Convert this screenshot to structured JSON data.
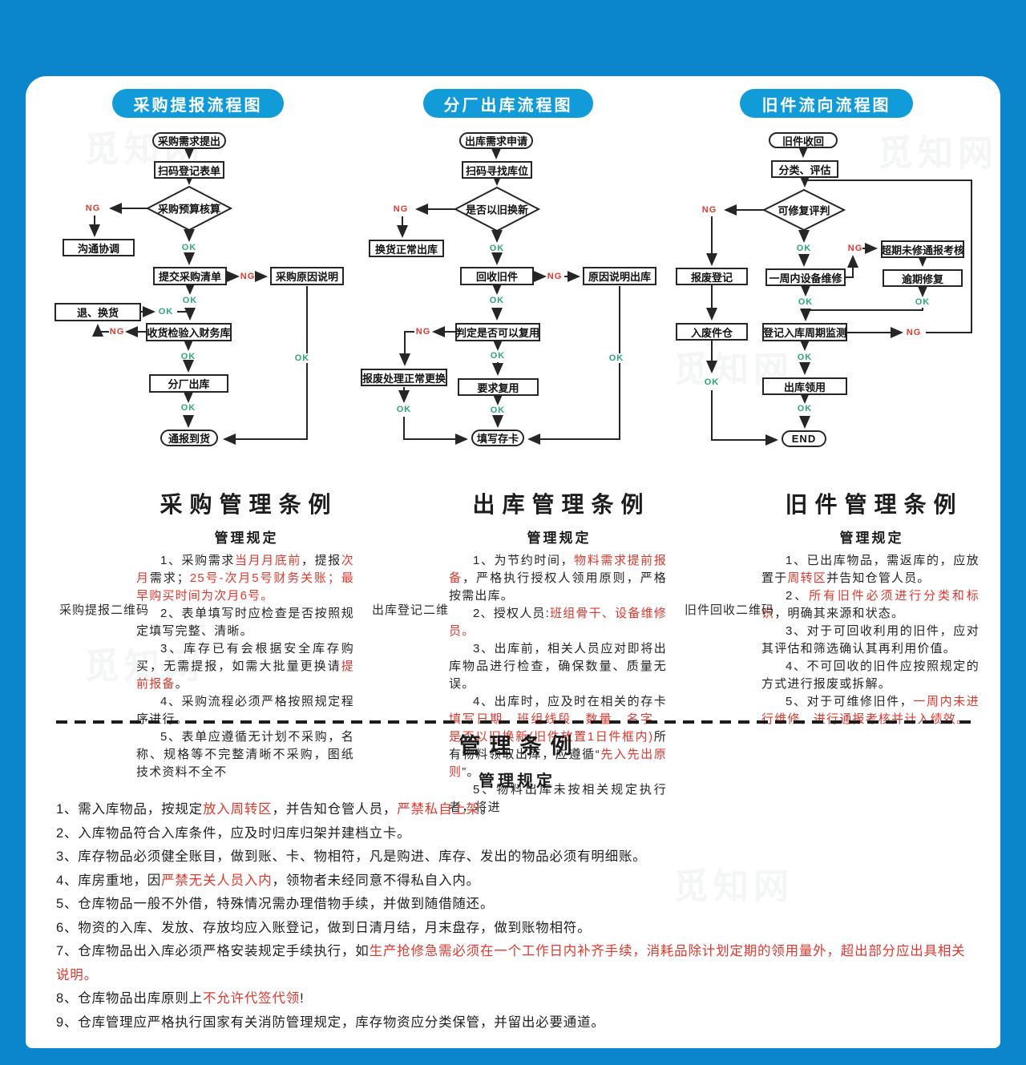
{
  "poster": {
    "frame_color": "#0b86cd",
    "badge_color": "#129bd9",
    "ng_color": "#e0392f",
    "ok_color": "#2fa878",
    "red_text_color": "#e0382e",
    "watermark": "觅知网"
  },
  "labels": {
    "ng": "NG",
    "ok": "OK"
  },
  "flowcharts": [
    {
      "title": "采购提报流程图",
      "nodes": {
        "start": "采购需求提出",
        "scan": "扫码登记表单",
        "decision": "采购预算核算",
        "communicate": "沟通协调",
        "submit": "提交采购清单",
        "reason": "采购原因说明",
        "returns": "退、换货",
        "inspect": "收货检验入财务库",
        "outbound": "分厂出库",
        "end": "通报到货"
      }
    },
    {
      "title": "分厂出库流程图",
      "nodes": {
        "start": "出库需求申请",
        "scan": "扫码寻找库位",
        "decision": "是否以旧换新",
        "normal": "换货正常出库",
        "recycle": "回收旧件",
        "reason": "原因说明出库",
        "judge": "判定是否可以复用",
        "scrap": "报废处理正常更换",
        "reuse": "要求复用",
        "end": "填写存卡"
      }
    },
    {
      "title": "旧件流向流程图",
      "nodes": {
        "start": "旧件收回",
        "classify": "分类、评估",
        "decision": "可修复评判",
        "scrap_register": "报废登记",
        "scrap_store": "入废件仓",
        "repair": "一周内设备维修",
        "overdue_report": "超期未修通报考核",
        "overdue_fix": "逾期修复",
        "register": "登记入库周期监测",
        "outbound": "出库领用",
        "end": "END"
      }
    }
  ],
  "sections": [
    {
      "title": "采购管理条例",
      "subtitle": "管理规定",
      "qr_label": "采购提报二维码",
      "items": [
        [
          {
            "t": "1、采购需求"
          },
          {
            "t": "当月月底前",
            "r": 1
          },
          {
            "t": "，提报"
          },
          {
            "t": "次月",
            "r": 1
          },
          {
            "t": "需求；"
          },
          {
            "t": "25号-次月5号财务关账；最早购买时间为次月6号。",
            "r": 1
          }
        ],
        [
          {
            "t": "2、表单填写时应检查是否按照规定填写完整、清晰。"
          }
        ],
        [
          {
            "t": "3、库存已有会根据安全库存购买，无需提报，如需大批量更换请"
          },
          {
            "t": "提前报备",
            "r": 1
          },
          {
            "t": "。"
          }
        ],
        [
          {
            "t": "4、采购流程必须严格按照规定程序进行。"
          }
        ],
        [
          {
            "t": "5、表单应遵循无计划不采购，名称、规格等不完整清晰不采购，图纸技术资料不全不"
          }
        ]
      ]
    },
    {
      "title": "出库管理条例",
      "subtitle": "管理规定",
      "qr_label": "出库登记二维",
      "items": [
        [
          {
            "t": "1、为节约时间，"
          },
          {
            "t": "物料需求提前报备",
            "r": 1
          },
          {
            "t": "，严格执行授权人领用原则，严格按需出库。"
          }
        ],
        [
          {
            "t": "2、授权人员:"
          },
          {
            "t": "班组骨干、设备维修员。",
            "r": 1
          }
        ],
        [
          {
            "t": "3、出库前，相关人员应对即将出库物品进行检查，确保数量、质量无误。"
          }
        ],
        [
          {
            "t": "4、出库时，应及时在相关的存卡"
          },
          {
            "t": "填写日期、班组线段、数量、名字、是否以旧换新(旧件放置1日件框内)",
            "r": 1
          },
          {
            "t": "所有物料领取出库，应遵循“"
          },
          {
            "t": "先入先出原则",
            "r": 1
          },
          {
            "t": "”。"
          }
        ],
        [
          {
            "t": "5、物料出库未按相关规定执行者，将进"
          }
        ]
      ]
    },
    {
      "title": "旧件管理条例",
      "subtitle": "管理规定",
      "qr_label": "旧件回收二维码",
      "items": [
        [
          {
            "t": "1、已出库物品，需返库的，应放置于"
          },
          {
            "t": "周转区",
            "r": 1
          },
          {
            "t": "并告知仓管人员。"
          }
        ],
        [
          {
            "t": "2、"
          },
          {
            "t": "所有旧件必须进行分类和标识",
            "r": 1
          },
          {
            "t": "，明确其来源和状态。"
          }
        ],
        [
          {
            "t": "3、对于可回收利用的旧件，应对其评估和筛选确认其再利用价值。"
          }
        ],
        [
          {
            "t": "4、不可回收的旧件应按照规定的方式进行报废或拆解。"
          }
        ],
        [
          {
            "t": "5、对于可维修旧件，"
          },
          {
            "t": "一周内未进行维修，进行通报考核并计入绩效。",
            "r": 1
          }
        ]
      ]
    }
  ],
  "bottom": {
    "title": "管理条例",
    "subtitle": "管理规定",
    "items": [
      [
        {
          "t": "1、需入库物品，按规定"
        },
        {
          "t": "放入周转区",
          "r": 1
        },
        {
          "t": "，并告知仓管人员，"
        },
        {
          "t": "严禁私自上架",
          "r": 1
        },
        {
          "t": "。"
        }
      ],
      [
        {
          "t": "2、入库物品符合入库条件，应及时归库归架并建档立卡。"
        }
      ],
      [
        {
          "t": "3、库存物品必须健全账目，做到账、卡、物相符，凡是购进、库存、发出的物品必须有明细账。"
        }
      ],
      [
        {
          "t": "4、库房重地，因"
        },
        {
          "t": "严禁无关人员入内",
          "r": 1
        },
        {
          "t": "，领物者未经同意不得私自入内。"
        }
      ],
      [
        {
          "t": "5、仓库物品一般不外借，特殊情况需办理借物手续，并做到随借随还。"
        }
      ],
      [
        {
          "t": "6、物资的入库、发放、存放均应入账登记，做到日清月结，月末盘存，做到账物相符。"
        }
      ],
      [
        {
          "t": "7、仓库物品出入库必须严格安装规定手续执行，如"
        },
        {
          "t": "生产抢修急需必须在一个工作日内补齐手续，消耗品除计划定期的领用量外，超出部分应出具相关说明。",
          "r": 1
        }
      ],
      [
        {
          "t": "8、仓库物品出库原则上"
        },
        {
          "t": "不允许代签代领",
          "r": 1
        },
        {
          "t": "!"
        }
      ],
      [
        {
          "t": "9、仓库管理应严格执行国家有关消防管理规定，库存物资应分类保管，并留出必要通道。"
        }
      ]
    ]
  }
}
